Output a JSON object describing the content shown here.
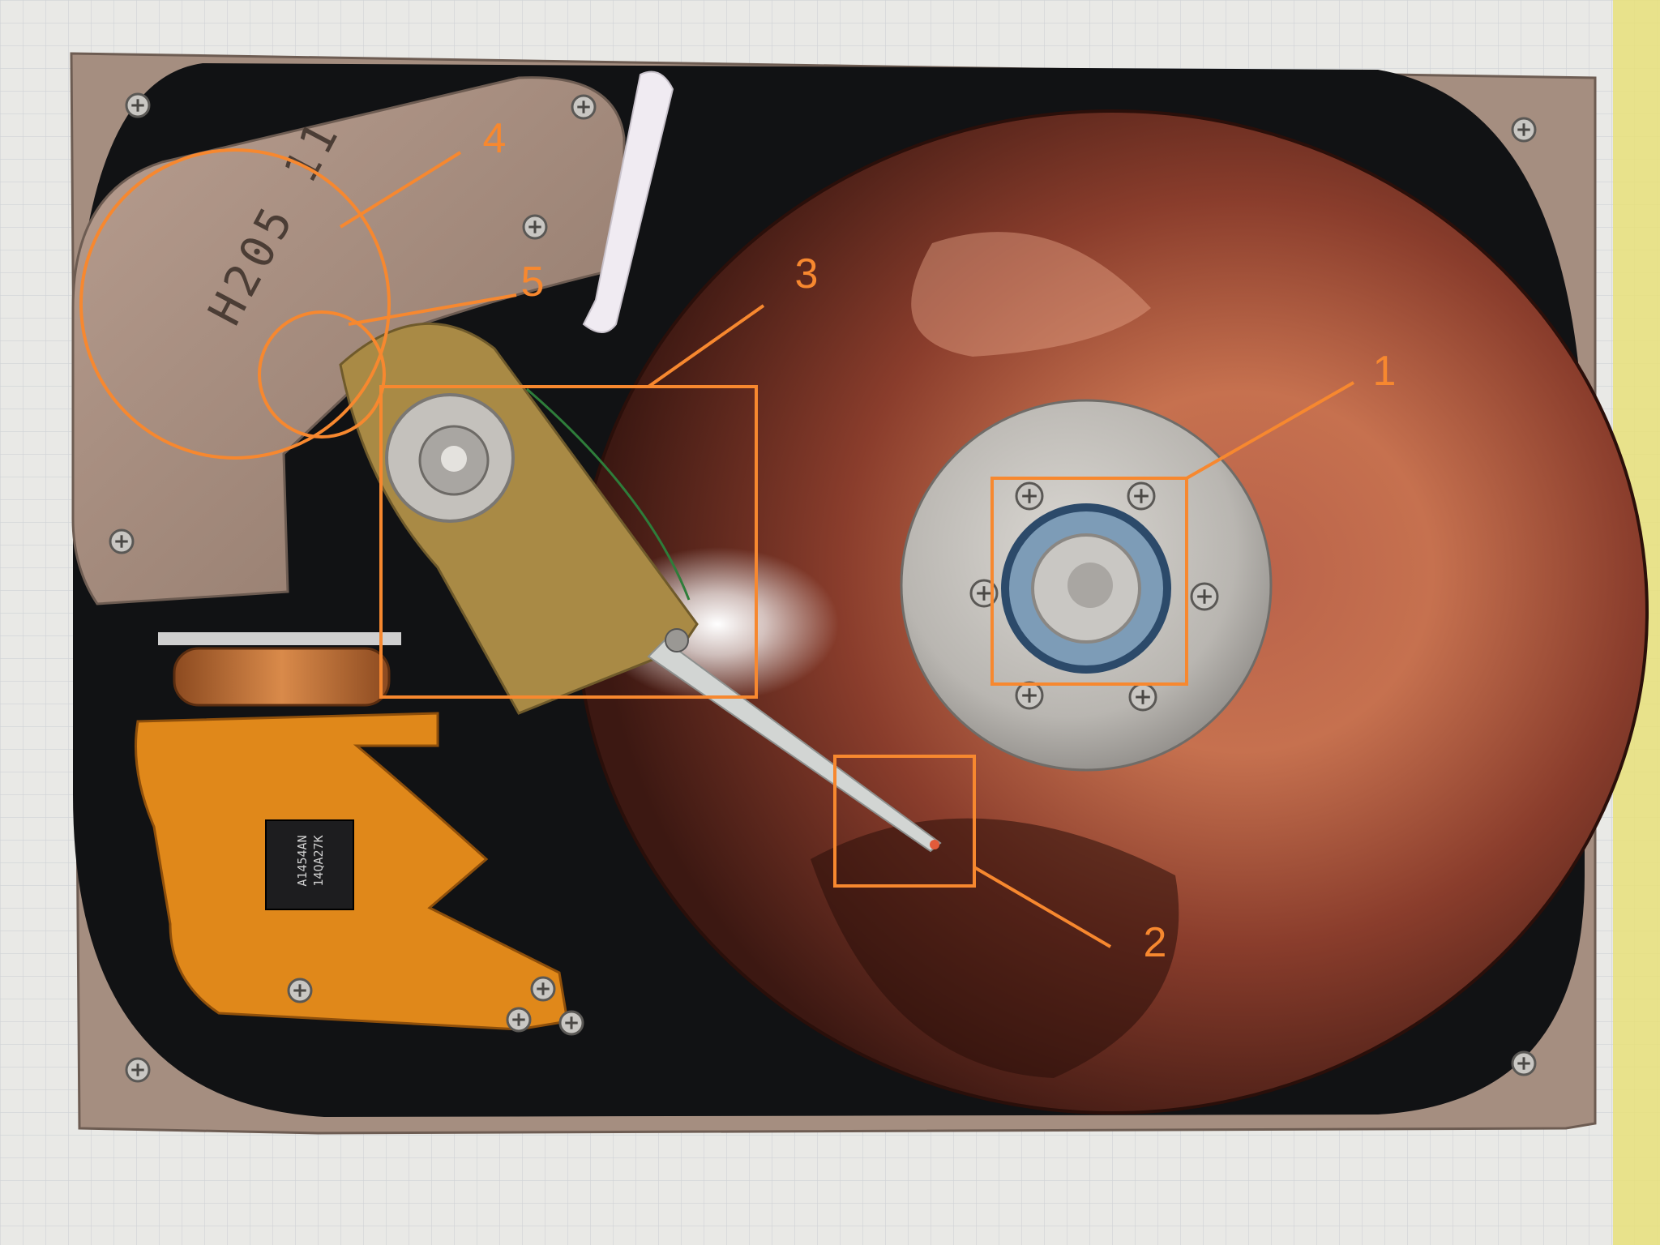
{
  "colors": {
    "annotation": "#f7882f",
    "paper": "#e9e9e6",
    "grid": "#cfd2d6",
    "chassis": "#a58e80",
    "tray": "#111214",
    "platter_inner": "#c6714f",
    "platter_outer": "#3c1812",
    "hub": "#b9b6b1",
    "actuator_arm": "#a98a45",
    "flex_cable": "#e0881a"
  },
  "annotations": [
    {
      "id": "1",
      "label": "1",
      "shape": "rectangle",
      "target": "spindle hub with clamp screws"
    },
    {
      "id": "2",
      "label": "2",
      "shape": "rectangle",
      "target": "read/write head"
    },
    {
      "id": "3",
      "label": "3",
      "shape": "rectangle",
      "target": "actuator arm pivot"
    },
    {
      "id": "4",
      "label": "4",
      "shape": "circle",
      "target": "magnet plate"
    },
    {
      "id": "5",
      "label": "5",
      "shape": "circle",
      "target": "voice coil"
    }
  ],
  "chip": {
    "line1": "A1454AN",
    "line2": "14QA27K"
  },
  "magnet_plate": {
    "engraving": "H205 11"
  },
  "icons": [
    "screw-icon",
    "hub-screw-icon",
    "ic-chip-icon"
  ]
}
